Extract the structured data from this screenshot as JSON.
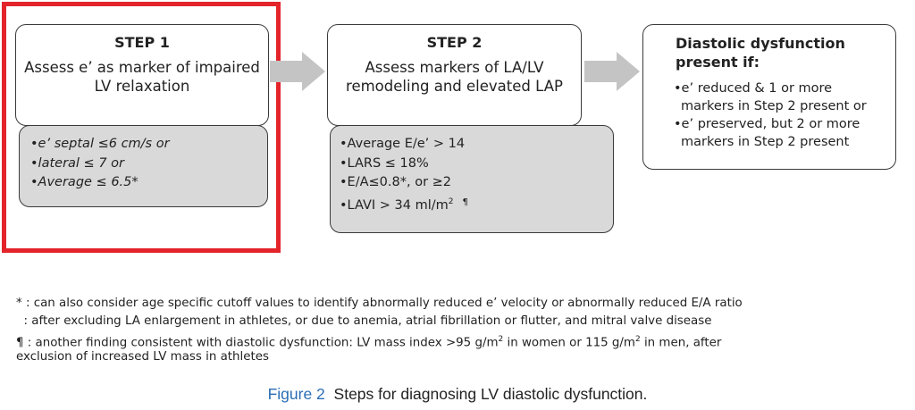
{
  "step1": {
    "title": "STEP 1",
    "desc_line1": "Assess e’ as marker of impaired",
    "desc_line2": "LV relaxation",
    "criteria": [
      "•e’ septal ≤6 cm/s or",
      "•lateral ≤ 7 or",
      "•Average ≤ 6.5*"
    ]
  },
  "step2": {
    "title": "STEP 2",
    "desc_line1": "Assess markers of LA/LV",
    "desc_line2": "remodeling and elevated LAP",
    "criteria": [
      "•Average E/e’ > 14",
      "•LARS ≤ 18%",
      "•E/A≤0.8*, or  ≥2",
      "•LAVI > 34 ml/m",
      "2",
      "¶"
    ]
  },
  "result": {
    "title_line1": "Diastolic dysfunction",
    "title_line2": "present if:",
    "items": [
      "•e’ reduced & 1 or more",
      "markers in Step 2 present or",
      "•e’ preserved, but 2 or more",
      "markers in Step 2 present"
    ]
  },
  "footnotes": {
    "line1": "* : can also consider age specific cutoff values to identify abnormally reduced e’ velocity or abnormally reduced E/A ratio",
    "line2": "  : after excluding LA enlargement in athletes, or due to anemia, atrial fibrillation or flutter, and mitral valve disease",
    "line3a": "¶ : another finding consistent with diastolic dysfunction: LV mass index >95 g/m",
    "line3b": " in women or 115 g/m",
    "line3c": " in men, after",
    "line4": "exclusion of increased LV mass in athletes",
    "sup": "2"
  },
  "caption": {
    "figure": "Figure 2",
    "text": "Steps for diagnosing LV diastolic dysfunction."
  },
  "colors": {
    "highlight": "#e3242b",
    "arrow": "#c4c4c4",
    "gray_box": "#d9d9d9",
    "caption_blue": "#2a6eb5"
  }
}
